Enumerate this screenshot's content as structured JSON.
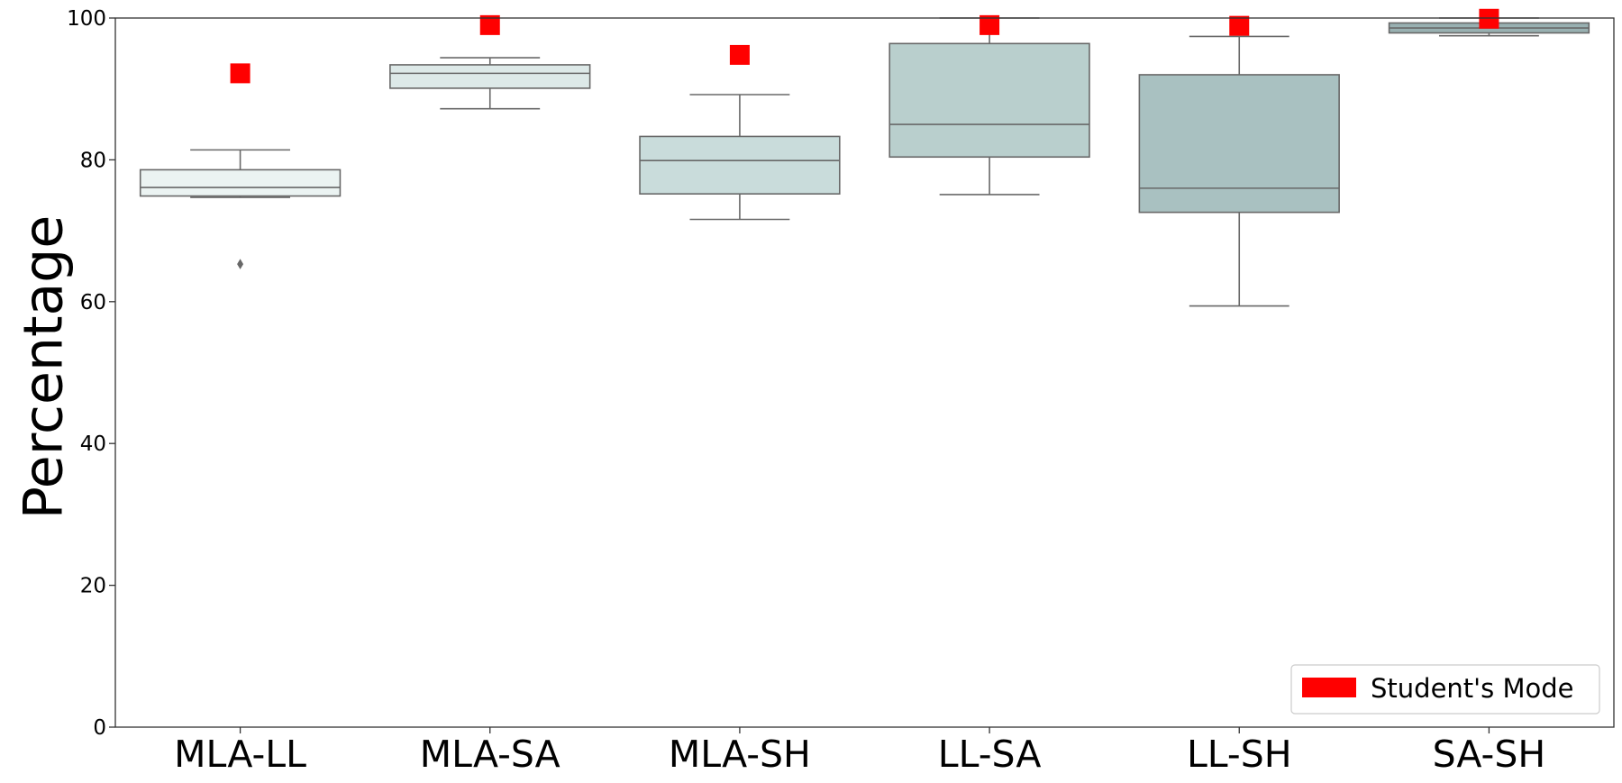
{
  "chart_data": {
    "type": "box",
    "title": "",
    "xlabel": "",
    "ylabel": "Percentage",
    "ylim": [
      0,
      100
    ],
    "yticks": [
      0,
      20,
      40,
      60,
      80,
      100
    ],
    "grid": false,
    "categories": [
      "MLA-LL",
      "MLA-SA",
      "MLA-SH",
      "LL-SA",
      "LL-SH",
      "SA-SH"
    ],
    "boxes": [
      {
        "category": "MLA-LL",
        "whisker_low": 74.7,
        "q1": 74.9,
        "median": 76.1,
        "q3": 78.6,
        "whisker_high": 81.4,
        "outliers": [
          65.3
        ],
        "color": "#ebf3f2"
      },
      {
        "category": "MLA-SA",
        "whisker_low": 87.2,
        "q1": 90.1,
        "median": 92.2,
        "q3": 93.4,
        "whisker_high": 94.4,
        "outliers": [],
        "color": "#dde9e8"
      },
      {
        "category": "MLA-SH",
        "whisker_low": 71.6,
        "q1": 75.2,
        "median": 79.9,
        "q3": 83.3,
        "whisker_high": 89.2,
        "outliers": [],
        "color": "#c9dcdb"
      },
      {
        "category": "LL-SA",
        "whisker_low": 75.1,
        "q1": 80.4,
        "median": 85.0,
        "q3": 96.4,
        "whisker_high": 100.0,
        "outliers": [],
        "color": "#b9cfcd"
      },
      {
        "category": "LL-SH",
        "whisker_low": 59.4,
        "q1": 72.6,
        "median": 76.0,
        "q3": 92.0,
        "whisker_high": 97.4,
        "outliers": [],
        "color": "#a9c1c1"
      },
      {
        "category": "SA-SH",
        "whisker_low": 97.5,
        "q1": 97.9,
        "median": 98.6,
        "q3": 99.3,
        "whisker_high": 100.0,
        "outliers": [],
        "color": "#98b0b1"
      }
    ],
    "series": [
      {
        "name": "Student's Mode",
        "values": [
          92.2,
          99.0,
          94.8,
          99.0,
          98.9,
          99.9
        ],
        "color": "#ff0000",
        "marker": "square"
      }
    ],
    "legend": {
      "position": "bottom-right",
      "entries": [
        "Student's Mode"
      ]
    },
    "colors": {
      "box_edge": "#686868",
      "marker": "#ff0000",
      "axis": "#333333"
    }
  }
}
